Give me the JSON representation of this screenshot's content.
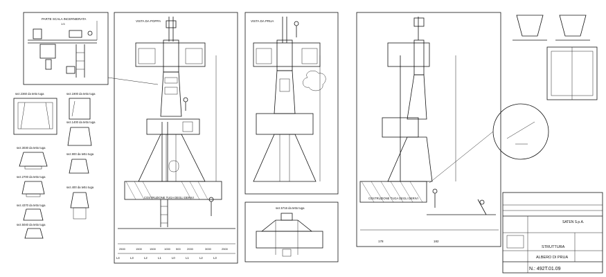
{
  "views": {
    "detail_title": "PARTE SCALA INCERNIERATA",
    "detail_scale": "1:5",
    "stern_title": "VISTA DA POPPA",
    "bow_title": "VISTA DA PRUA",
    "side_section_title": "sez.5716 da tetto tuga"
  },
  "sections": [
    "sez.2360 da tetto tuga",
    "sez.1900 da tetto tuga",
    "sez.3030 da tetto tuga",
    "sez.1400 da tetto tuga",
    "sez.2700 da tetto tuga",
    "sez.900 da tetto tuga",
    "sez.4370 da tetto tuga",
    "sez.400 da tetto tuga",
    "sez.5040 da tetto tuga"
  ],
  "dimension_labels": [
    "2500",
    "1500",
    "1500",
    "1000",
    "500",
    "2000",
    "3000",
    "2500"
  ],
  "frame_labels": [
    "L4",
    "L3",
    "L2",
    "L1",
    "L0",
    "L1",
    "L2",
    "L3"
  ],
  "side_numbers": [
    "178",
    "182"
  ],
  "notes": {
    "wheelhouse_coat": "COSTRUZIONE TUGA DEGLI DERIVI",
    "wheelhouse_coat_side": "COSTRUZIONE TUGA DEGLI DERIVI"
  },
  "title_block": {
    "company": "SATEN S.p.A.",
    "subject_label": "STRUTTURA",
    "title": "ALBERO DI PRUA",
    "drawing_no": "N.: 492T.01.09"
  }
}
